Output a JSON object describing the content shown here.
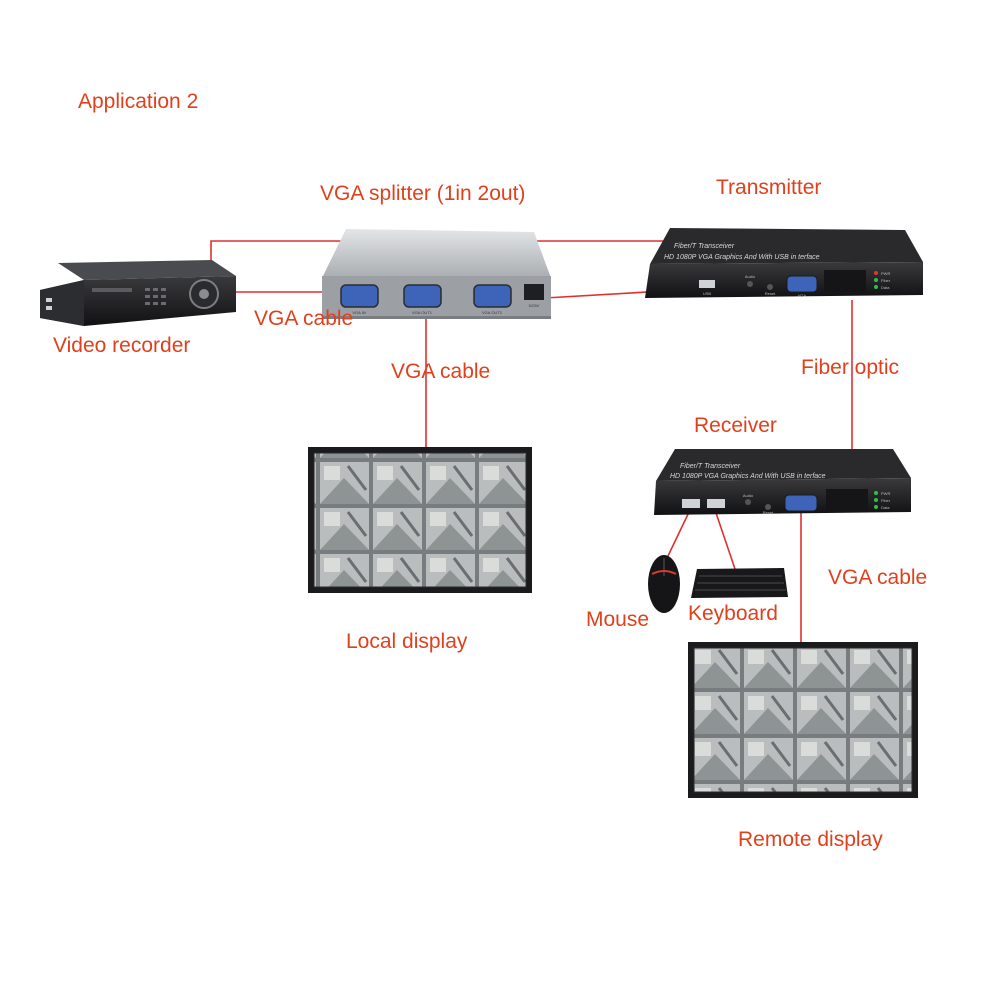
{
  "colors": {
    "label": "#e0401c",
    "wire": "#e03030",
    "device_dark": "#1c1c1e",
    "device_silver": "#c9cccf",
    "port_blue": "#3d64b8"
  },
  "labels": {
    "application": "Application 2",
    "splitter": "VGA splitter (1in 2out)",
    "transmitter": "Transmitter",
    "video_recorder": "Video recorder",
    "vga_cable_1": "VGA cable",
    "vga_cable_2": "VGA cable",
    "fiber_optic": "Fiber optic",
    "receiver": "Receiver",
    "vga_cable_3": "VGA cable",
    "mouse": "Mouse",
    "keyboard": "Keyboard",
    "local_display": "Local display",
    "remote_display": "Remote display"
  },
  "devices": {
    "splitter_ports": [
      "VGA IN",
      "VGA OUT1",
      "VGA OUT2",
      "DC5V"
    ],
    "transceiver_brand": "Fiber/T Transceiver",
    "transceiver_model": "HD 1080P VGA Graphics And With USB in terface",
    "transmitter_ports": [
      "USB",
      "Audio",
      "Reset",
      "VGA"
    ],
    "receiver_ports": [
      "Audio",
      "Reset"
    ],
    "status_leds": [
      "PWR",
      "Fiber",
      "Data"
    ]
  },
  "icons": [
    "video-recorder-icon",
    "vga-splitter-icon",
    "transmitter-icon",
    "receiver-icon",
    "mouse-icon",
    "keyboard-icon",
    "monitor-icon"
  ]
}
